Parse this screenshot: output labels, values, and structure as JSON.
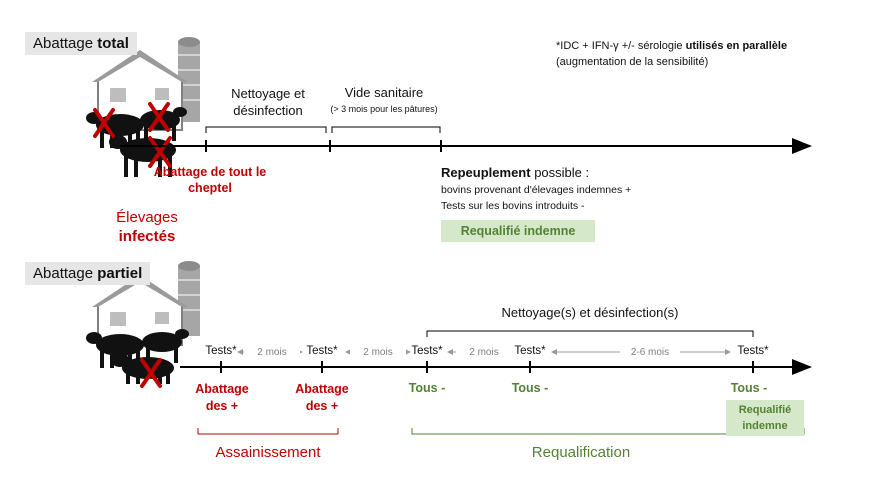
{
  "colors": {
    "red": "#c00000",
    "green": "#548235",
    "green_bg": "#d5e8c9",
    "grey": "#808080",
    "title_bg": "#e6e6e6"
  },
  "top": {
    "title_prefix": "Abattage ",
    "title_bold": "total",
    "note_prefix": "*IDC + IFN-γ +/- sérologie ",
    "note_bold": "utilisés en parallèle",
    "note_suffix": " (augmentation de la sensibilité)",
    "phase1": "Nettoyage et désinfection",
    "phase2": "Vide sanitaire",
    "phase2_sub": "(> 3 mois pour les pâtures)",
    "event_kill": "Abattage de tout le cheptel",
    "repop_bold": "Repeuplement",
    "repop_rest": " possible :",
    "repop_line1": "bovins provenant d'élevages indemnes +",
    "repop_line2": "Tests sur les bovins introduits -",
    "requal": "Requalifié indemne"
  },
  "middle": {
    "label_line1": "Élevages",
    "label_line2": "infectés"
  },
  "bottom": {
    "title_prefix": "Abattage ",
    "title_bold": "partiel",
    "cleaning": "Nettoyage(s) et désinfection(s)",
    "tests": [
      "Tests*",
      "Tests*",
      "Tests*",
      "Tests*",
      "Tests*"
    ],
    "gaps": [
      "2 mois",
      "2 mois",
      "2 mois",
      "2-6 mois"
    ],
    "results": [
      "Abattage des +",
      "Abattage des +",
      "Tous -",
      "Tous -",
      "Tous -"
    ],
    "requal": "Requalifié indemne",
    "phase_left": "Assainissement",
    "phase_right": "Requalification"
  },
  "icons": [
    "farm-icon",
    "cow-icon",
    "cross-mark-icon",
    "silo-icon"
  ]
}
